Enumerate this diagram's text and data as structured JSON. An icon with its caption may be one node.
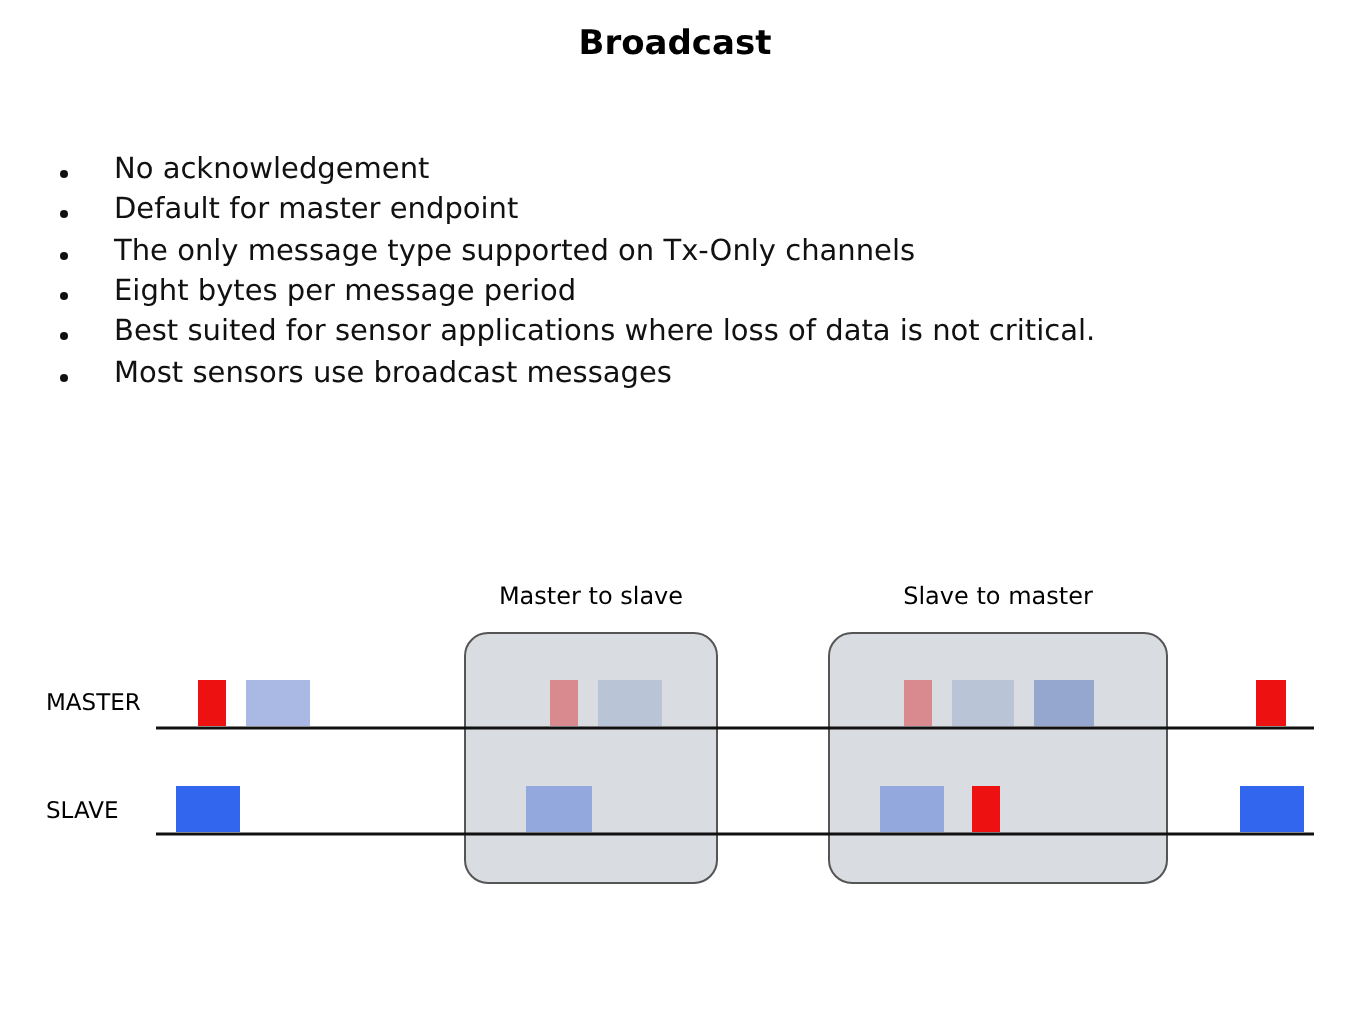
{
  "diagram": {
    "title": "Broadcast",
    "nodes": [
      {
        "text": [
          "Master to slave"
        ]
      },
      {
        "text": [
          "Slave to master"
        ]
      }
    ],
    "edges": [],
    "labels": [
      "No acknowledgement",
      "Default for master endpoint",
      "The only message type supported on Tx-Only channels",
      "Eight bytes per message period",
      "Best suited for sensor applications where loss of data is not critical.",
      "Most sensors use broadcast messages",
      "MASTER",
      "SLAVE"
    ]
  }
}
